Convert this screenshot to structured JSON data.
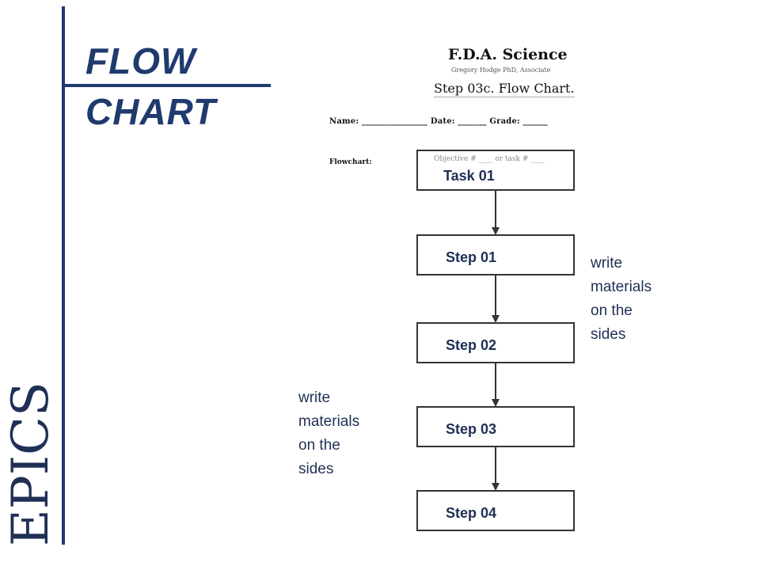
{
  "slide": {
    "title_line1": "FLOW",
    "title_line2": "CHART",
    "logo_text": "EPICS"
  },
  "document": {
    "title": "F.D.A. Science",
    "author": "Gregory Hodge PhD, Associate",
    "subtitle": "Step 03c. Flow Chart.",
    "info_line": "Name: ________________ Date: _______ Grade: ______",
    "flowchart_label": "Flowchart:",
    "objective_line": "Objective # ____ or task # ____"
  },
  "flowchart": {
    "boxes": [
      {
        "label": "Task 01"
      },
      {
        "label": "Step 01"
      },
      {
        "label": "Step 02"
      },
      {
        "label": "Step 03"
      },
      {
        "label": "Step 04"
      }
    ]
  },
  "notes": [
    {
      "lines": [
        "write",
        "materials",
        "on the",
        "sides"
      ]
    },
    {
      "lines": [
        "write",
        "materials",
        "on the",
        "sides"
      ]
    }
  ],
  "colors": {
    "accent": "#1f3a6e",
    "text": "#1f2f55"
  }
}
